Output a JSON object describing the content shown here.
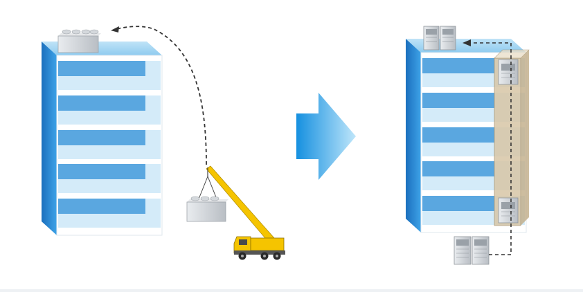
{
  "diagram": {
    "left_scene": {
      "description_visible_text": "",
      "building": {
        "floors": 5,
        "top_unit": "rooftop-outdoor-unit",
        "method": "crane-lift"
      }
    },
    "right_scene": {
      "building": {
        "floors": 5,
        "top_units": 2,
        "shaft_units": 2,
        "ground_units": 2,
        "method": "internal-shaft"
      }
    },
    "colors": {
      "building_side": "#2f8fd6",
      "glass_light": "#cfe8f8",
      "glass_band": "#5fa9e0",
      "frame": "#ffffff",
      "arrow": "#1fa0e6",
      "crane": "#f5c400",
      "dashed_path": "#333333",
      "unit_gray": "#cfd3d7",
      "shaft_tan": "#d8c6a6"
    }
  }
}
